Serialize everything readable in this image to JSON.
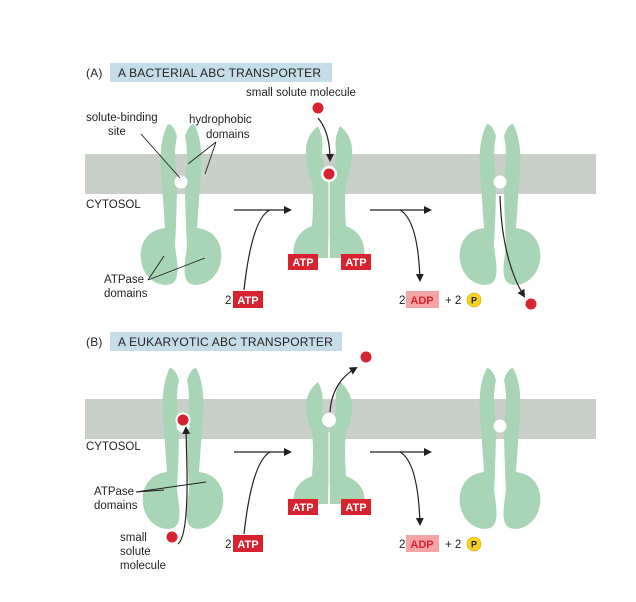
{
  "panelA": {
    "letter": "(A)",
    "title": "A BACTERIAL ABC TRANSPORTER",
    "label_solute_molecule": "small solute molecule",
    "label_binding_site_1": "solute-binding",
    "label_binding_site_2": "site",
    "label_hydrophobic_1": "hydrophobic",
    "label_hydrophobic_2": "domains",
    "label_cytosol": "CYTOSOL",
    "label_atpase_1": "ATPase",
    "label_atpase_2": "domains",
    "atp_bound_left": "ATP",
    "atp_bound_right": "ATP",
    "input_count": "2",
    "input_atp": "ATP",
    "output_count_adp": "2",
    "output_adp": "ADP",
    "output_plus": "+ 2",
    "output_p": "P"
  },
  "panelB": {
    "letter": "(B)",
    "title": "A EUKARYOTIC ABC TRANSPORTER",
    "label_cytosol": "CYTOSOL",
    "label_atpase_1": "ATPase",
    "label_atpase_2": "domains",
    "label_small": "small",
    "label_solute": "solute",
    "label_molecule": "molecule",
    "atp_bound_left": "ATP",
    "atp_bound_right": "ATP",
    "input_count": "2",
    "input_atp": "ATP",
    "output_count_adp": "2",
    "output_adp": "ADP",
    "output_plus": "+ 2",
    "output_p": "P"
  },
  "colors": {
    "membrane": "#c9cfc9",
    "protein": "#a8d5b5",
    "title_box": "#c4dde8",
    "atp_box": "#d7232f",
    "adp_box": "#f5a4a6",
    "solute": "#d7232f",
    "phosphate": "#f8d21b"
  }
}
